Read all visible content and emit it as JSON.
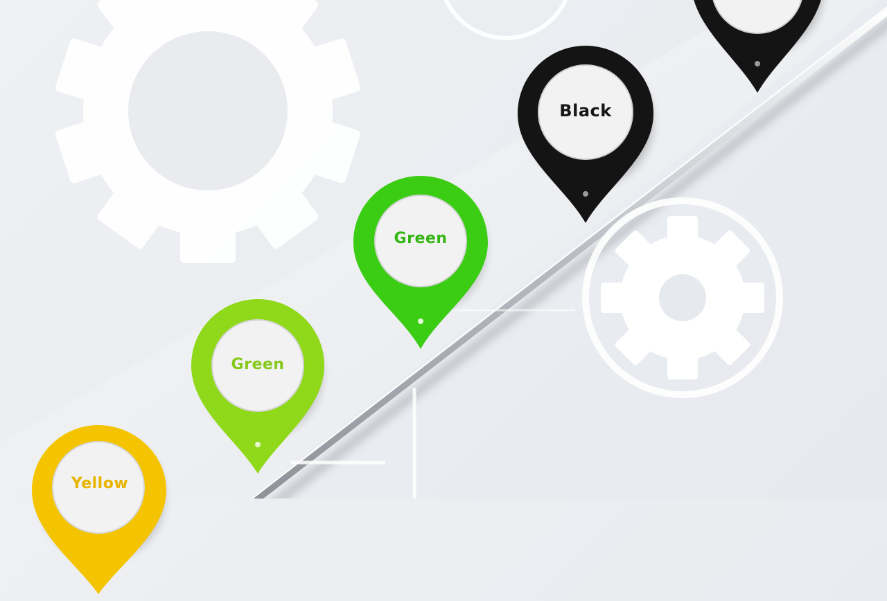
{
  "pins": {
    "yellow": {
      "label": "Yellow",
      "color": "#f4c400",
      "text_color": "#e8b400"
    },
    "lime": {
      "label": "Green",
      "color": "#8fd81a",
      "text_color": "#86c91a"
    },
    "green": {
      "label": "Green",
      "color": "#3bcc14",
      "text_color": "#34b614"
    },
    "black": {
      "label": "Black",
      "color": "#141414",
      "text_color": "#161616"
    },
    "black_top": {
      "label": "",
      "color": "#141414",
      "text_color": "#161616"
    }
  },
  "icons": [
    "gear-icon",
    "gear-icon",
    "location-pin-icon"
  ]
}
